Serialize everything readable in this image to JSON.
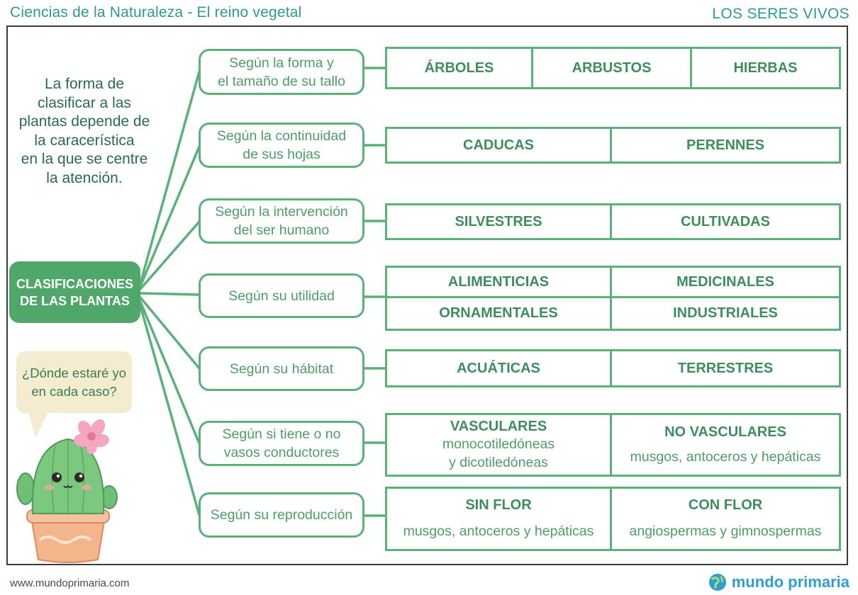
{
  "header": {
    "subject": "Ciencias de la Naturaleza - El reino vegetal",
    "topic": "LOS SERES VIVOS"
  },
  "intro": {
    "lines": [
      "La forma de",
      "clasificar a las",
      "plantas depende de",
      "la caracerística",
      "en la que se centre",
      "la atención."
    ]
  },
  "root_label": [
    "CLASIFICACIONES",
    "DE LAS PLANTAS"
  ],
  "criteria": [
    {
      "lines": [
        "Según la forma y",
        "el tamaño de su tallo"
      ],
      "groups": [
        {
          "label": "ÁRBOLES"
        },
        {
          "label": "ARBUSTOS"
        },
        {
          "label": "HIERBAS"
        }
      ]
    },
    {
      "lines": [
        "Según la continuidad",
        "de sus hojas"
      ],
      "groups": [
        {
          "label": "CADUCAS"
        },
        {
          "label": "PERENNES"
        }
      ]
    },
    {
      "lines": [
        "Según la intervención",
        "del ser humano"
      ],
      "groups": [
        {
          "label": "SILVESTRES"
        },
        {
          "label": "CULTIVADAS"
        }
      ]
    },
    {
      "lines": [
        "Según su utilidad"
      ],
      "groups": [
        {
          "label": "ALIMENTICIAS"
        },
        {
          "label": "MEDICINALES"
        },
        {
          "label": "ORNAMENTALES"
        },
        {
          "label": "INDUSTRIALES"
        }
      ]
    },
    {
      "lines": [
        "Según su hábitat"
      ],
      "groups": [
        {
          "label": "ACUÁTICAS"
        },
        {
          "label": "TERRESTRES"
        }
      ]
    },
    {
      "lines": [
        "Según si tiene o no",
        "vasos conductores"
      ],
      "groups": [
        {
          "label": "VASCULARES",
          "sub": [
            "monocotiledóneas",
            "y dicotiledóneas"
          ]
        },
        {
          "label": "NO VASCULARES",
          "sub": [
            "musgos, antoceros y hepáticas"
          ]
        }
      ]
    },
    {
      "lines": [
        "Según su reproducción"
      ],
      "groups": [
        {
          "label": "SIN FLOR",
          "sub": [
            "musgos, antoceros y hepáticas"
          ]
        },
        {
          "label": "CON FLOR",
          "sub": [
            "angiospermas y gimnospermas"
          ]
        }
      ]
    }
  ],
  "speech_bubble": [
    "¿Dónde estaré yo",
    "en cada caso?"
  ],
  "footer": {
    "url": "www.mundoprimaria.com",
    "brand": "mundo primaria"
  },
  "colors": {
    "accent_green": "#5ab27a",
    "root_fill": "#4fa86a",
    "header_teal": "#2e9a8b",
    "brand_blue": "#2f9fd3"
  }
}
